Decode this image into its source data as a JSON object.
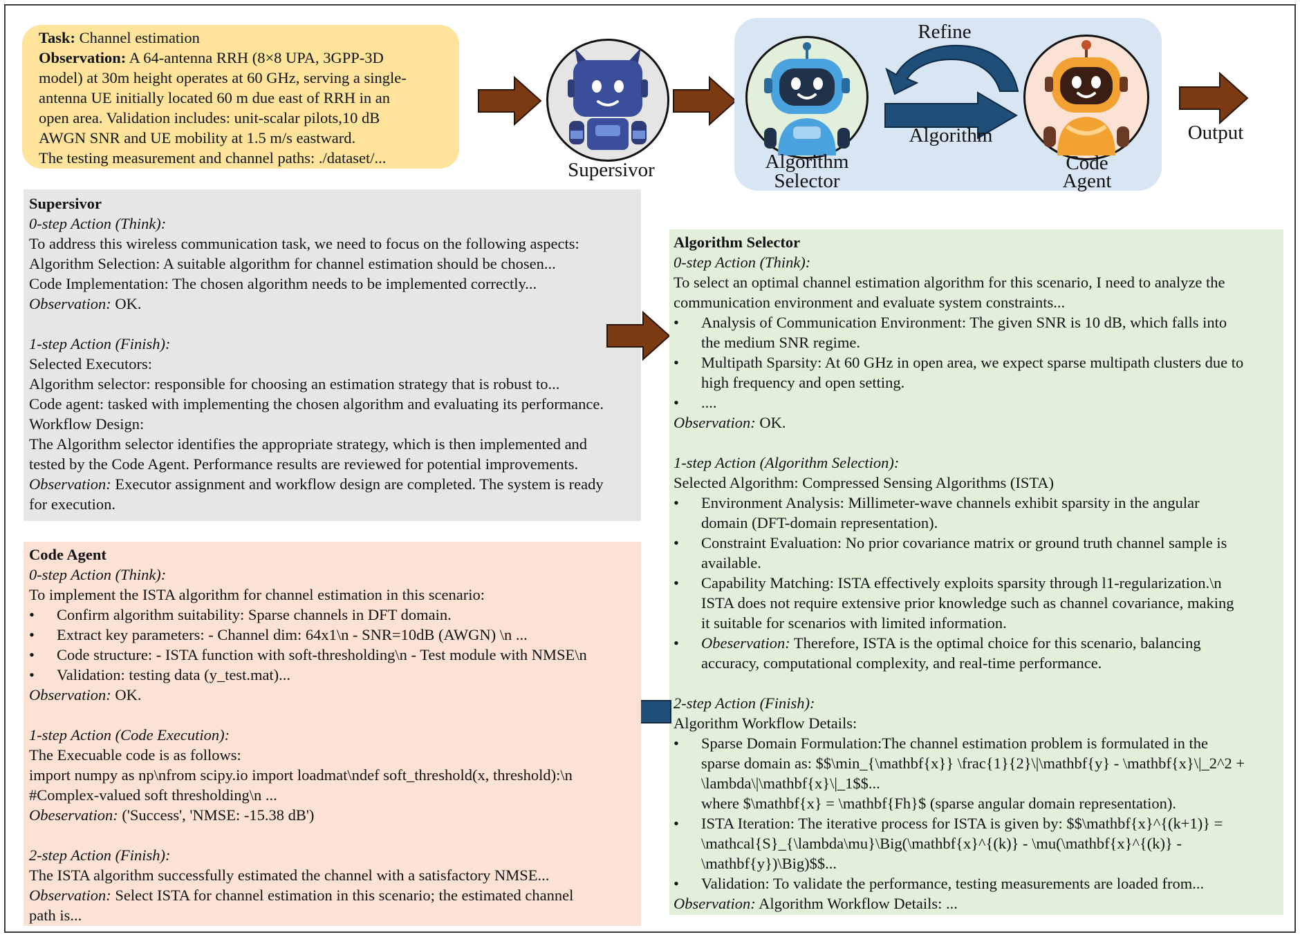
{
  "task": {
    "label": "Task:",
    "value": " Channel estimation",
    "obs_label": "Observation:",
    "obs_lines": [
      " A 64-antenna RRH (8×8 UPA, 3GPP-3D",
      "model) at 30m height operates at 60 GHz, serving a single-",
      "antenna UE initially located 60 m due east of RRH in an",
      "open area. Validation includes: unit-scalar pilots,10 dB",
      "AWGN SNR and UE mobility at 1.5 m/s eastward.",
      "The testing measurement and channel paths: ./dataset/..."
    ]
  },
  "nodes": {
    "supervisor": "Supersivor",
    "selector_line1": "Algorithm",
    "selector_line2": "Selector",
    "code_line1": "Code",
    "code_line2": "Agent",
    "refine": "Refine",
    "algorithm": "Algorithm",
    "output": "Output"
  },
  "colors": {
    "task_bg": "#fde49a",
    "agent_panel_bg": "#d8e6f3",
    "supervisor_bg": "#e6e6e6",
    "selector_bg": "#e2efda",
    "code_bg": "#fbe2d5",
    "brown_arrow": "#7b3a12",
    "blue_arrow": "#1f4e79"
  },
  "supervisor_panel": {
    "title": "Supersivor",
    "s0_head": "0-step Action (Think):",
    "s0_lines": [
      "To address this wireless communication task, we need to focus on the following aspects:",
      "Algorithm Selection: A suitable algorithm for channel estimation should be chosen...",
      "Code Implementation: The chosen algorithm needs to be implemented correctly..."
    ],
    "obs_label": "Observation:",
    "s0_obs": " OK.",
    "s1_head": "1-step Action (Finish):",
    "s1_lines": [
      "Selected Executors:",
      "Algorithm selector: responsible for choosing an estimation strategy that is robust to...",
      "Code agent: tasked with implementing the chosen algorithm and evaluating its performance.",
      "Workflow Design:",
      "The Algorithm selector identifies the appropriate strategy, which is then implemented and",
      "tested by the Code Agent. Performance results are reviewed for potential improvements."
    ],
    "s1_obs_1": " Executor assignment and workflow design are completed. The system is ready",
    "s1_obs_2": "for execution."
  },
  "selector_panel": {
    "title": "Algorithm Selector",
    "s0_head": "0-step Action (Think):",
    "s0_lines": [
      "To select an optimal channel estimation algorithm for this scenario, I need to analyze the",
      "communication environment and evaluate system constraints..."
    ],
    "s0_b1_1": "Analysis of Communication Environment: The given SNR is 10 dB, which falls into",
    "s0_b1_2": "the medium SNR regime.",
    "s0_b2_1": "Multipath Sparsity: At 60 GHz in open area, we expect sparse multipath clusters due to",
    "s0_b2_2": "high frequency and open setting.",
    "s0_b3": "....",
    "obs_label": "Observation:",
    "s0_obs": " OK.",
    "s1_head": "1-step Action (Algorithm Selection):",
    "s1_line": "Selected Algorithm: Compressed Sensing Algorithms (ISTA)",
    "s1_b1_1": "Environment Analysis: Millimeter-wave channels exhibit sparsity in the angular",
    "s1_b1_2": "domain (DFT-domain representation).",
    "s1_b2_1": "Constraint Evaluation: No prior covariance matrix or ground truth channel sample is",
    "s1_b2_2": "available.",
    "s1_b3_1": "Capability Matching: ISTA effectively exploits sparsity through l1-regularization.\\n",
    "s1_b3_2": "ISTA does not require extensive prior knowledge such as channel covariance, making",
    "s1_b3_3": "it suitable for scenarios with limited information.",
    "s1_b4_label": "Obeservation:",
    "s1_b4_1": " Therefore, ISTA is the optimal choice for this scenario, balancing",
    "s1_b4_2": "accuracy, computational complexity, and real-time performance.",
    "s2_head": "2-step Action (Finish):",
    "s2_line": "Algorithm Workflow Details:",
    "s2_b1_1": "Sparse Domain Formulation:The channel estimation problem is formulated in the",
    "s2_b1_2": "sparse domain as: $$\\min_{\\mathbf{x}} \\frac{1}{2}\\|\\mathbf{y} - \\mathbf{x}\\|_2^2 +",
    "s2_b1_3": "\\lambda\\|\\mathbf{x}\\|_1$$...",
    "s2_b1_4": "where $\\mathbf{x} = \\mathbf{Fh}$ (sparse angular domain representation).",
    "s2_b2_1": "ISTA Iteration: The iterative process for ISTA is given by: $$\\mathbf{x}^{(k+1)} =",
    "s2_b2_2": "\\mathcal{S}_{\\lambda\\mu}\\Big(\\mathbf{x}^{(k)} - \\mu(\\mathbf{x}^{(k)} -",
    "s2_b2_3": "\\mathbf{y})\\Big)$$...",
    "s2_b3": "Validation: To validate the performance, testing measurements are loaded from...",
    "s2_obs": " Algorithm Workflow Details: ..."
  },
  "code_panel": {
    "title": "Code Agent",
    "s0_head": "0-step Action (Think):",
    "s0_line": "To implement the ISTA algorithm for channel estimation in this scenario:",
    "s0_b1": "Confirm algorithm suitability: Sparse channels in DFT domain.",
    "s0_b2": "Extract key parameters:   - Channel dim: 64x1\\n   - SNR=10dB (AWGN) \\n ...",
    "s0_b3": "Code structure:  - ISTA function with soft-thresholding\\n   - Test module with NMSE\\n",
    "s0_b4": "Validation:   testing data (y_test.mat)...",
    "obs_label": "Observation:",
    "s0_obs": " OK.",
    "s1_head": "1-step Action (Code Execution):",
    "s1_line": "The Execuable code is as follows:",
    "s1_code_1": "import numpy as np\\nfrom scipy.io import loadmat\\ndef soft_threshold(x, threshold):\\n",
    "s1_code_2": "#Complex-valued soft thresholding\\n  ...",
    "s1_obs_label": "Obeservation:",
    "s1_obs": " ('Success', 'NMSE: -15.38 dB')",
    "s2_head": "2-step Action (Finish):",
    "s2_line": "The ISTA algorithm successfully estimated the channel with a satisfactory NMSE...",
    "s2_obs_1": " Select ISTA for channel estimation in this scenario; the estimated channel",
    "s2_obs_2": "path is..."
  }
}
